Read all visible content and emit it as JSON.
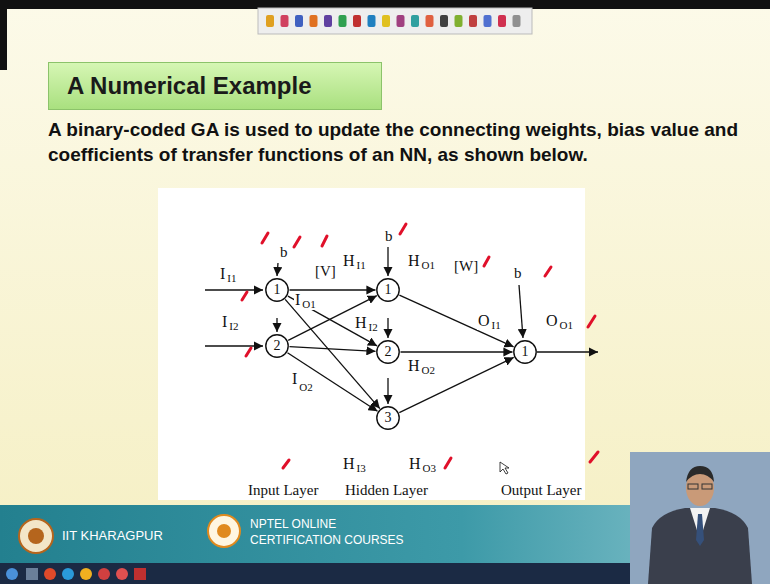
{
  "diagram": {
    "title": "A Numerical Example",
    "nodes": [
      {
        "text": [
          "1"
        ]
      },
      {
        "text": [
          "2"
        ]
      },
      {
        "text": [
          "1"
        ]
      },
      {
        "text": [
          "2"
        ]
      },
      {
        "text": [
          "3"
        ]
      },
      {
        "text": [
          "1"
        ]
      }
    ],
    "edges": [
      {
        "from": 0,
        "to": 2,
        "arrow": "to"
      },
      {
        "from": 0,
        "to": 3,
        "arrow": "to"
      },
      {
        "from": 0,
        "to": 4,
        "arrow": "to"
      },
      {
        "from": 1,
        "to": 2,
        "arrow": "to"
      },
      {
        "from": 1,
        "to": 3,
        "arrow": "to"
      },
      {
        "from": 1,
        "to": 4,
        "arrow": "to"
      },
      {
        "from": 2,
        "to": 5,
        "arrow": "to"
      },
      {
        "from": 3,
        "to": 5,
        "arrow": "to"
      },
      {
        "from": 4,
        "to": 5,
        "arrow": "to"
      }
    ],
    "labels": [
      "A binary-coded GA is used to update the connecting weights, bias value and coefficients of transfer functions of an NN, as shown below.",
      "b",
      "[V]",
      "b",
      "[W]",
      "b",
      "I",
      "I1",
      "I",
      "O1",
      "I",
      "I2",
      "I",
      "O2",
      "H",
      "I1",
      "H",
      "O1",
      "H",
      "I2",
      "H",
      "O2",
      "H",
      "I3",
      "H",
      "O3",
      "O",
      "I1",
      "O",
      "O1",
      "Input Layer",
      "Hidden Layer",
      "Output Layer",
      "IIT KHARAGPUR",
      "NPTEL ONLINE",
      "CERTIFICATION COURSES"
    ]
  }
}
